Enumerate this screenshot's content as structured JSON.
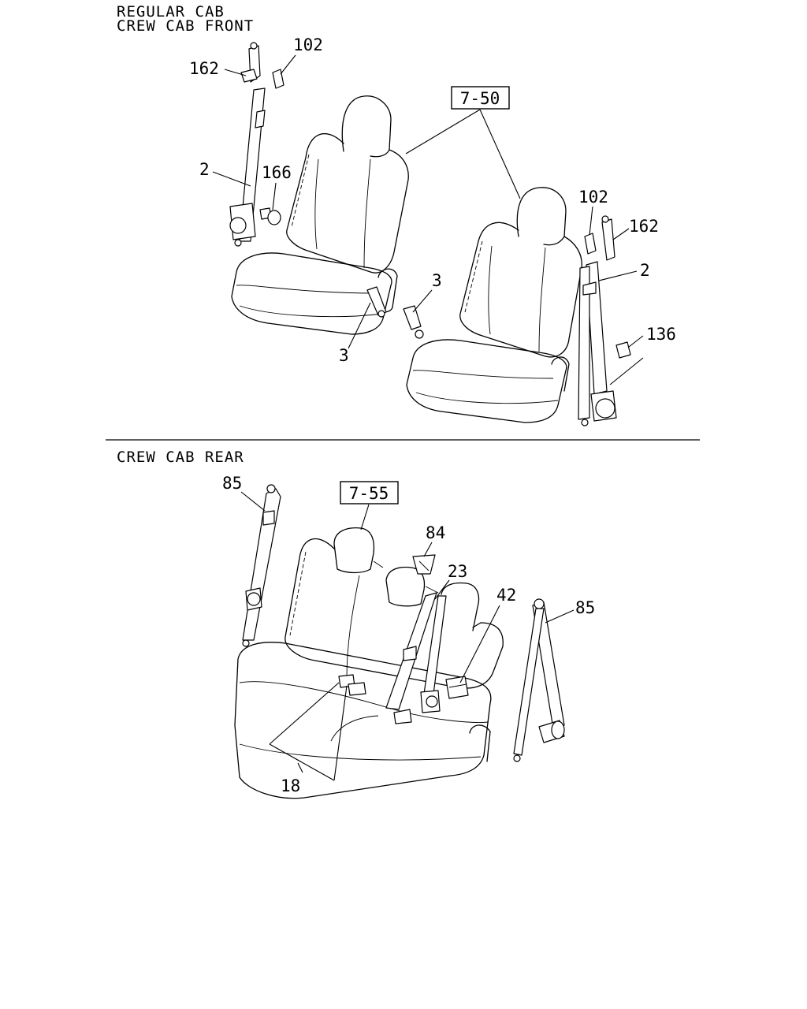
{
  "front_section": {
    "heading_line1": "REGULAR CAB",
    "heading_line2": "CREW CAB FRONT",
    "ref_box": "7-50",
    "callouts": {
      "left_anchor": "162",
      "left_guide": "102",
      "left_belt": "2",
      "left_bolt": "166",
      "left_buckle": "3",
      "right_buckle": "3",
      "right_guide": "102",
      "right_anchor": "162",
      "right_belt": "2",
      "right_bolt": "136"
    }
  },
  "rear_section": {
    "heading": "CREW CAB REAR",
    "ref_box": "7-55",
    "callouts": {
      "left_belt": "85",
      "bracket": "84",
      "center_belt": "23",
      "buckle": "42",
      "right_belt": "85",
      "floor_buckles": "18"
    }
  }
}
